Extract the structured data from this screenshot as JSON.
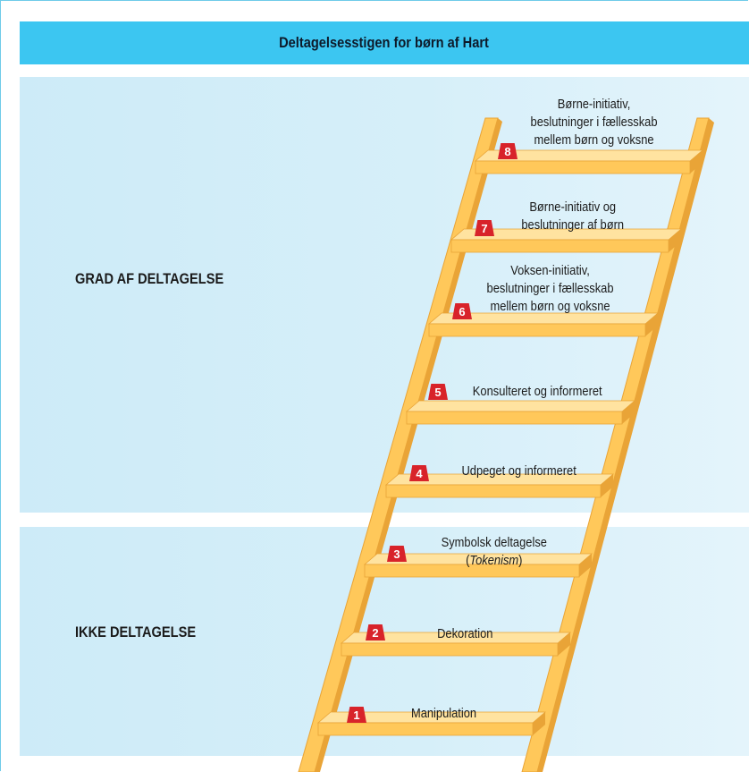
{
  "title": "Deltagelsesstigen for børn af Hart",
  "sections": {
    "upper_label": "GRAD AF DELTAGELSE",
    "lower_label": "IKKE DELTAGELSE"
  },
  "rungs": [
    {
      "number": "8",
      "lines": [
        "Børne-initiativ,",
        "beslutninger i fællesskab",
        "mellem børn og voksne"
      ]
    },
    {
      "number": "7",
      "lines": [
        "Børne-initiativ og",
        "beslutninger af børn"
      ]
    },
    {
      "number": "6",
      "lines": [
        "Voksen-initiativ,",
        "beslutninger i fællesskab",
        "mellem børn og voksne"
      ]
    },
    {
      "number": "5",
      "lines": [
        "Konsulteret og informeret"
      ]
    },
    {
      "number": "4",
      "lines": [
        "Udpeget og informeret"
      ]
    },
    {
      "number": "3",
      "lines": [
        "Symbolsk deltagelse",
        "(Tokenism)"
      ]
    },
    {
      "number": "2",
      "lines": [
        "Dekoration"
      ]
    },
    {
      "number": "1",
      "lines": [
        "Manipulation"
      ]
    }
  ],
  "colors": {
    "title_bar": "#3cc6f1",
    "panel": "#d3eef9",
    "ladder_wood": "#ffc85a",
    "ladder_light": "#ffe3a0",
    "ladder_dark": "#e9a437",
    "badge": "#d8232a"
  }
}
